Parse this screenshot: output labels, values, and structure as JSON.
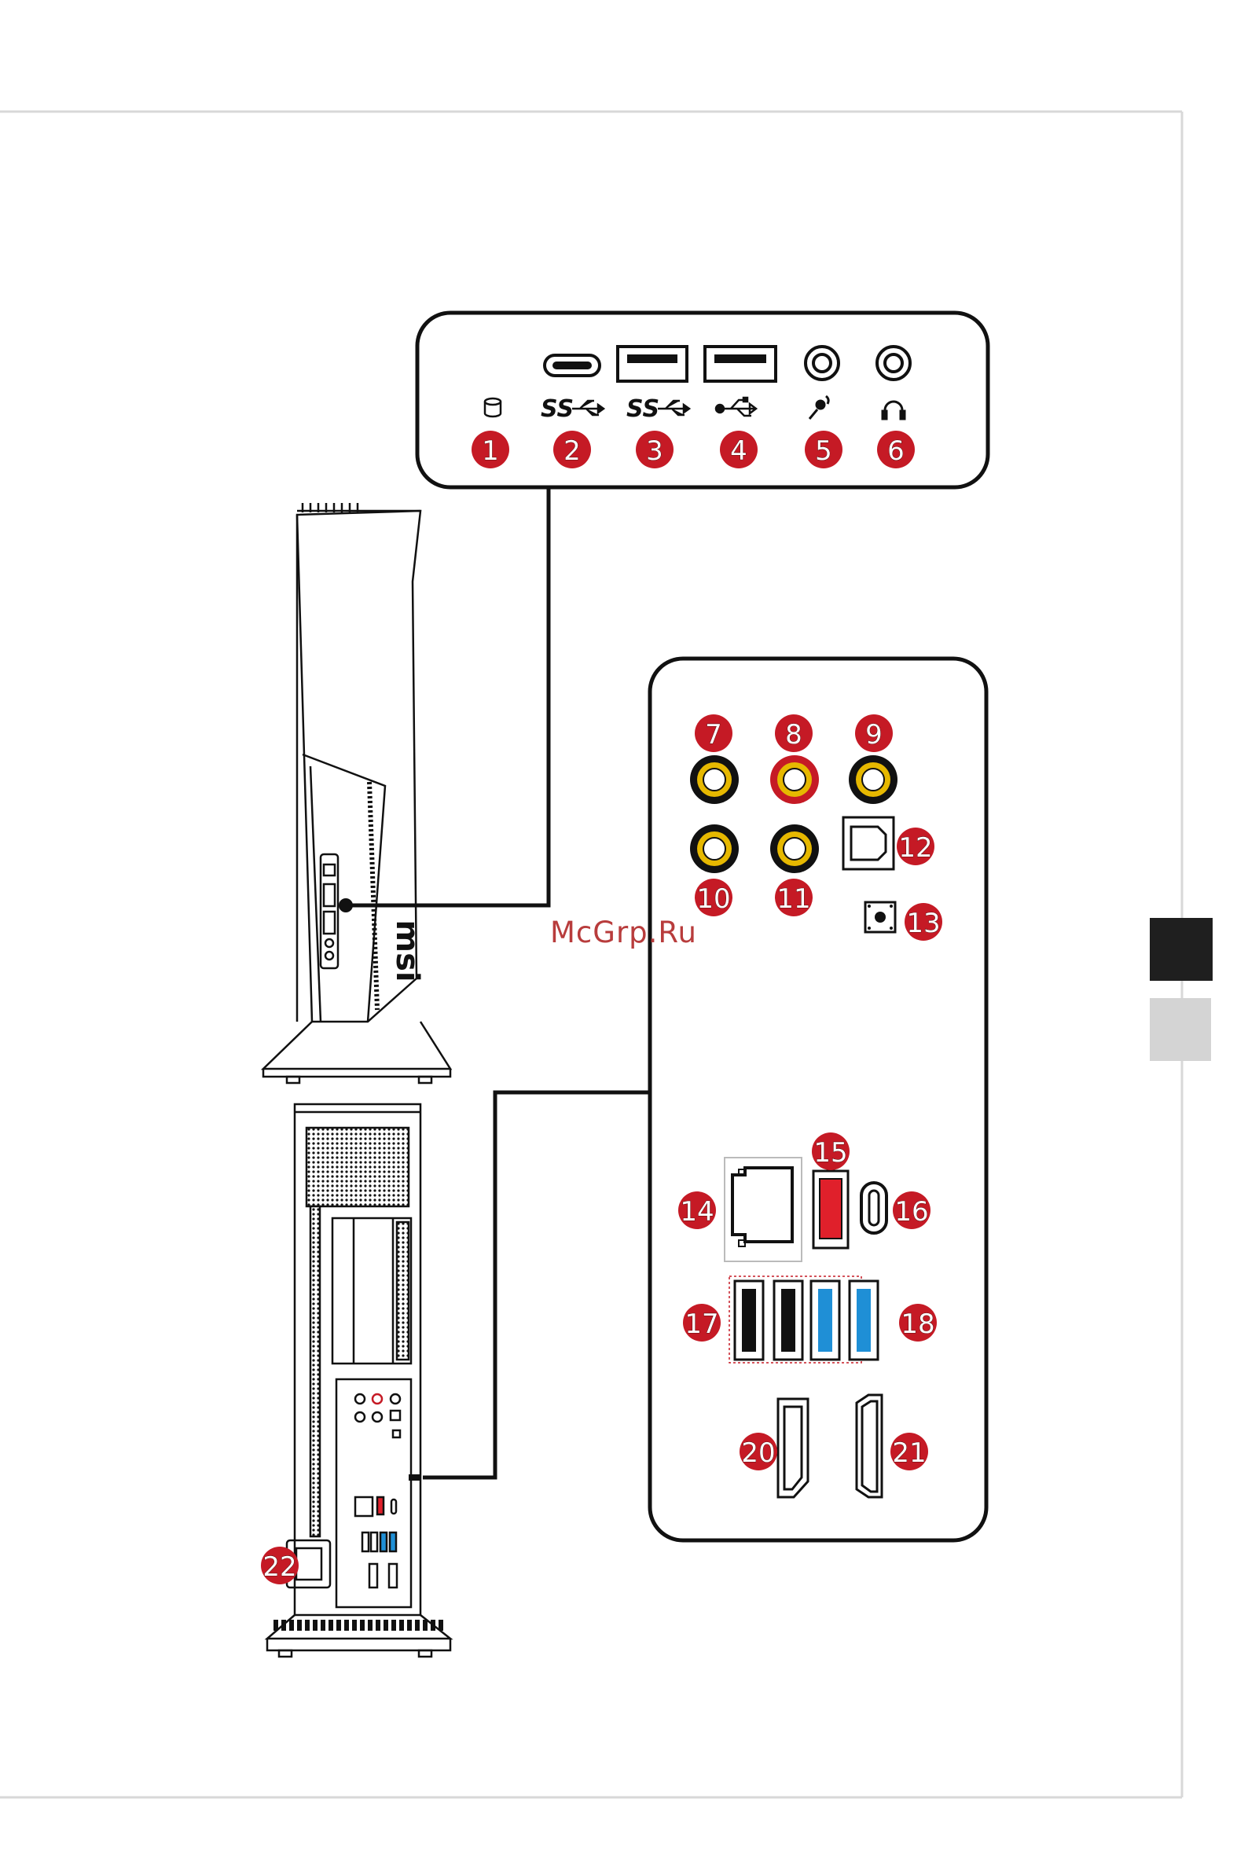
{
  "watermark": "McGrp.Ru",
  "front_panel": {
    "callouts": [
      "1",
      "2",
      "3",
      "4",
      "5",
      "6"
    ],
    "icons": [
      "hdd-led-icon",
      "usb-3-superspeed-icon",
      "usb-3-superspeed-icon",
      "usb-2-icon",
      "microphone-icon",
      "headphone-icon"
    ],
    "ss_label": "SS",
    "port_names": [
      "usb-type-c-port",
      "usb-type-a-port",
      "usb-type-a-port",
      "mic-jack",
      "headphone-jack"
    ]
  },
  "rear_panel": {
    "callouts": [
      "7",
      "8",
      "9",
      "10",
      "11",
      "12",
      "13",
      "14",
      "15",
      "16",
      "17",
      "18",
      "20",
      "21"
    ],
    "port_names": [
      "audio-jack",
      "audio-jack-red",
      "audio-jack",
      "audio-jack",
      "audio-jack",
      "optical-spdif-port",
      "clear-cmos-button",
      "lan-port",
      "usb-port-red",
      "usb-type-c-port",
      "usb-2-ports",
      "usb-3-ports",
      "displayport",
      "hdmi-port"
    ]
  },
  "power_connector": {
    "callout": "22"
  },
  "case_logo": "msi",
  "colors": {
    "callout_red": "#c51a25",
    "usb3_blue": "#1f8fd6",
    "usb_red": "#e0202b",
    "jack_yellow": "#e6b800",
    "frame_gray": "#d8d8d8"
  }
}
